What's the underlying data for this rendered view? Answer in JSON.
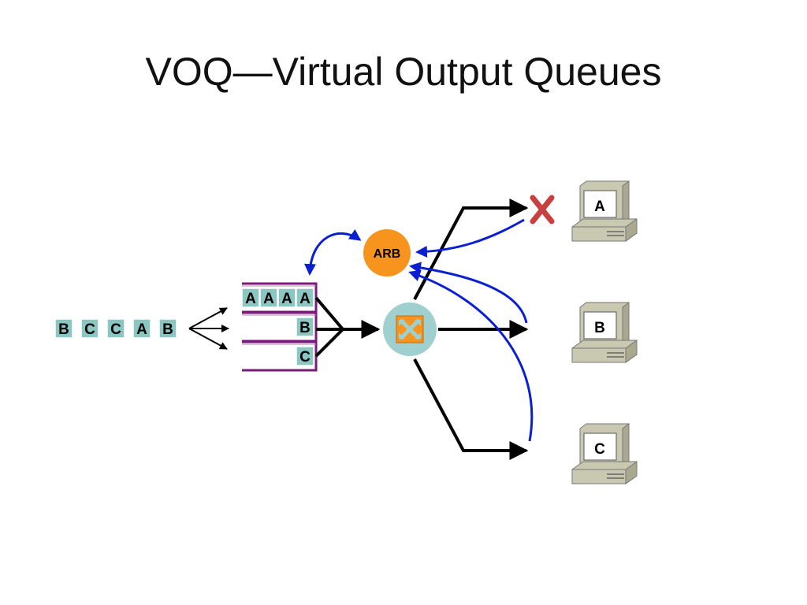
{
  "title": "VOQ—Virtual Output Queues",
  "colors": {
    "packet_fill": "#8ac6c2",
    "queue_border": "#7a1a7a",
    "arbiter_fill": "#f7941d",
    "switch_fill": "#9fd0cf",
    "switch_icon": "#f7941d",
    "signal": "#0a1fd1",
    "blocked_x": "#c84040",
    "host_body": "#c9c9b2"
  },
  "incoming_packets": [
    "B",
    "C",
    "C",
    "A",
    "B"
  ],
  "voqs": [
    {
      "destination": "A",
      "packets": [
        "A",
        "A",
        "A",
        "A"
      ]
    },
    {
      "destination": "B",
      "packets": [
        "B"
      ]
    },
    {
      "destination": "C",
      "packets": [
        "C"
      ]
    }
  ],
  "arbiter": {
    "label": "ARB"
  },
  "switch": {
    "icon": "crossbar-switch-icon"
  },
  "hosts": [
    {
      "label": "A",
      "blocked": true,
      "icon": "computer-icon"
    },
    {
      "label": "B",
      "blocked": false,
      "icon": "computer-icon"
    },
    {
      "label": "C",
      "blocked": false,
      "icon": "computer-icon"
    }
  ]
}
